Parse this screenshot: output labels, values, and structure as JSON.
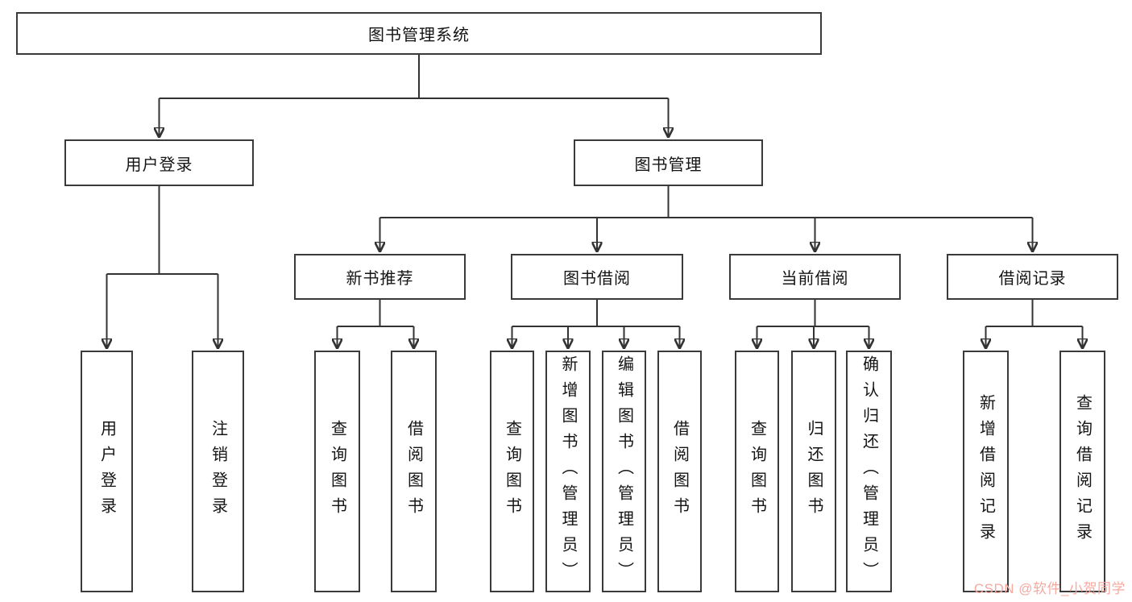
{
  "diagram": {
    "root": {
      "label": "图书管理系统"
    },
    "user_login": {
      "label": "用户登录",
      "children": [
        {
          "label": "用户登录"
        },
        {
          "label": "注销登录"
        }
      ]
    },
    "book_management": {
      "label": "图书管理",
      "children": [
        {
          "label": "新书推荐",
          "children": [
            {
              "label": "查询图书"
            },
            {
              "label": "借阅图书"
            }
          ]
        },
        {
          "label": "图书借阅",
          "children": [
            {
              "label": "查询图书"
            },
            {
              "label": "新增图书（管理员）"
            },
            {
              "label": "编辑图书（管理员）"
            },
            {
              "label": "借阅图书"
            }
          ]
        },
        {
          "label": "当前借阅",
          "children": [
            {
              "label": "查询图书"
            },
            {
              "label": "归还图书"
            },
            {
              "label": "确认归还（管理员）"
            }
          ]
        },
        {
          "label": "借阅记录",
          "children": [
            {
              "label": "新增借阅记录"
            },
            {
              "label": "查询借阅记录"
            }
          ]
        }
      ]
    },
    "colors": {
      "line": "#333333",
      "border": "#3a3a3a",
      "watermark": "#f5a99f"
    },
    "watermark": {
      "text": "CSDN @软件_小贺同学"
    }
  }
}
